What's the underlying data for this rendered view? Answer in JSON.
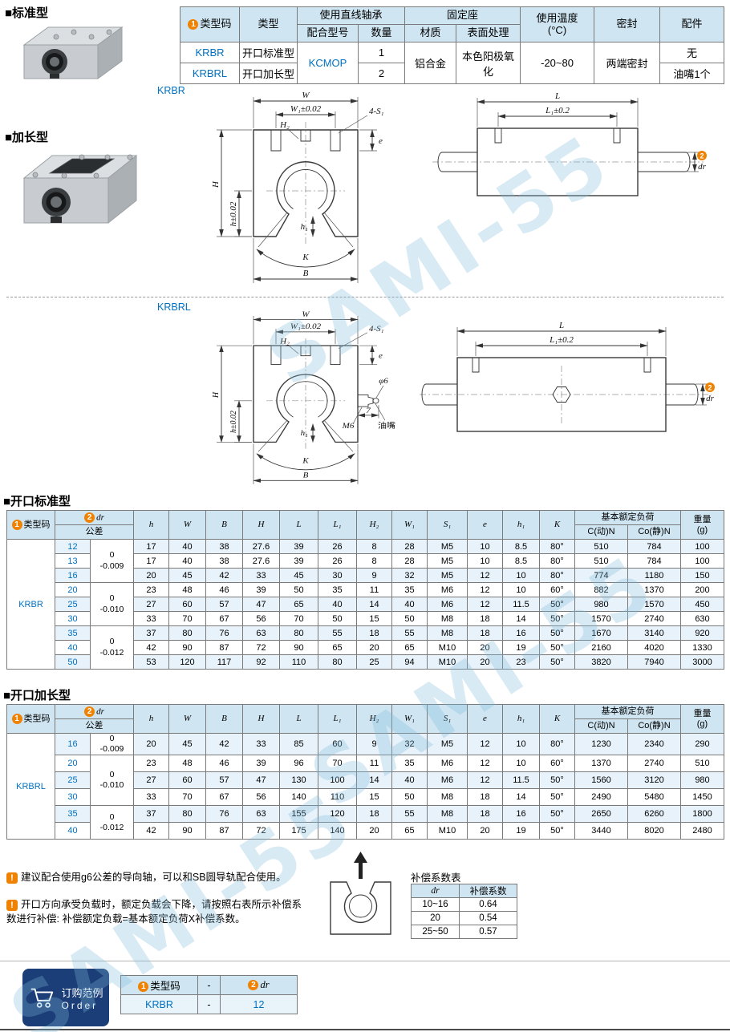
{
  "page": {
    "watermark": "SAMI-55",
    "sections": {
      "standard": "■标准型",
      "extended": "■加长型",
      "open_standard": "■开口标准型",
      "open_extended": "■开口加长型"
    }
  },
  "colors": {
    "accent_blue": "#0070c0",
    "header_fill": "#cfe5f2",
    "stripe_fill": "#e7f2fa",
    "badge_orange": "#ef8200",
    "order_box_navy": "#1c3e78",
    "watermark_blue": "#7db9d9"
  },
  "badges": {
    "one": "1",
    "two": "2"
  },
  "spec_table": {
    "h_type_code": "类型码",
    "h_type": "类型",
    "h_bearing": "使用直线轴承",
    "h_fit_model": "配合型号",
    "h_qty": "数量",
    "h_holder": "固定座",
    "h_material": "材质",
    "h_surface": "表面处理",
    "h_temp_l1": "使用温度",
    "h_temp_l2": "(°C)",
    "h_seal": "密封",
    "h_accessory": "配件",
    "row1": {
      "code": "KRBR",
      "type": "开口标准型",
      "qty": "1",
      "accessory": "无"
    },
    "row2": {
      "code": "KRBRL",
      "type": "开口加长型",
      "qty": "2",
      "accessory": "油嘴1个"
    },
    "merged": {
      "fit_model": "KCMOP",
      "material": "铝合金",
      "surface": "本色阳极氧化",
      "temp": "-20~80",
      "seal": "两端密封"
    }
  },
  "drawings": {
    "krbr_label": "KRBR",
    "krbrl_label": "KRBRL",
    "dim_W": "W",
    "dim_W1": "W₁±0.02",
    "dim_4S1": "4-S₁",
    "dim_H2": "H₂",
    "dim_e": "e",
    "dim_h": "h±0.02",
    "dim_H": "H",
    "dim_h1": "h₁",
    "dim_K": "K",
    "dim_B": "B",
    "dim_L": "L",
    "dim_L1": "L₁±0.2",
    "dim_dr": "dr",
    "dim_phi6": "φ6",
    "dim_7": "7",
    "dim_M6": "M6",
    "grease_label": "油嘴"
  },
  "dim_headers": {
    "type_code": "类型码",
    "dr": "dr",
    "tol": "公差",
    "c1": "h",
    "c2": "W",
    "c3": "B",
    "c4": "H",
    "c5": "L",
    "c6": "L₁",
    "c7": "H₂",
    "c8": "W₁",
    "c9": "S₁",
    "c10": "e",
    "c11": "h₁",
    "c12": "K",
    "load": "基本额定负荷",
    "load_c": "C(动)N",
    "load_co": "Co(静)N",
    "weight_l1": "重量",
    "weight_l2": "(g)"
  },
  "krbr_table": {
    "code": "KRBR",
    "tolerances": [
      {
        "span": 3,
        "text": "0\n-0.009"
      },
      {
        "span": 3,
        "text": "0\n-0.010"
      },
      {
        "span": 3,
        "text": "0\n-0.012"
      }
    ],
    "rows": [
      {
        "dr": "12",
        "values": [
          "17",
          "40",
          "38",
          "27.6",
          "39",
          "26",
          "8",
          "28",
          "M5",
          "10",
          "8.5",
          "80°",
          "510",
          "784",
          "100"
        ]
      },
      {
        "dr": "13",
        "values": [
          "17",
          "40",
          "38",
          "27.6",
          "39",
          "26",
          "8",
          "28",
          "M5",
          "10",
          "8.5",
          "80°",
          "510",
          "784",
          "100"
        ]
      },
      {
        "dr": "16",
        "values": [
          "20",
          "45",
          "42",
          "33",
          "45",
          "30",
          "9",
          "32",
          "M5",
          "12",
          "10",
          "80°",
          "774",
          "1180",
          "150"
        ]
      },
      {
        "dr": "20",
        "values": [
          "23",
          "48",
          "46",
          "39",
          "50",
          "35",
          "11",
          "35",
          "M6",
          "12",
          "10",
          "60°",
          "882",
          "1370",
          "200"
        ]
      },
      {
        "dr": "25",
        "values": [
          "27",
          "60",
          "57",
          "47",
          "65",
          "40",
          "14",
          "40",
          "M6",
          "12",
          "11.5",
          "50°",
          "980",
          "1570",
          "450"
        ]
      },
      {
        "dr": "30",
        "values": [
          "33",
          "70",
          "67",
          "56",
          "70",
          "50",
          "15",
          "50",
          "M8",
          "18",
          "14",
          "50°",
          "1570",
          "2740",
          "630"
        ]
      },
      {
        "dr": "35",
        "values": [
          "37",
          "80",
          "76",
          "63",
          "80",
          "55",
          "18",
          "55",
          "M8",
          "18",
          "16",
          "50°",
          "1670",
          "3140",
          "920"
        ]
      },
      {
        "dr": "40",
        "values": [
          "42",
          "90",
          "87",
          "72",
          "90",
          "65",
          "20",
          "65",
          "M10",
          "20",
          "19",
          "50°",
          "2160",
          "4020",
          "1330"
        ]
      },
      {
        "dr": "50",
        "values": [
          "53",
          "120",
          "117",
          "92",
          "110",
          "80",
          "25",
          "94",
          "M10",
          "20",
          "23",
          "50°",
          "3820",
          "7940",
          "3000"
        ]
      }
    ]
  },
  "krbrl_table": {
    "code": "KRBRL",
    "tolerances": [
      {
        "span": 1,
        "text": "0\n-0.009"
      },
      {
        "span": 3,
        "text": "0\n-0.010"
      },
      {
        "span": 2,
        "text": "0\n-0.012"
      }
    ],
    "rows": [
      {
        "dr": "16",
        "values": [
          "20",
          "45",
          "42",
          "33",
          "85",
          "60",
          "9",
          "32",
          "M5",
          "12",
          "10",
          "80°",
          "1230",
          "2340",
          "290"
        ]
      },
      {
        "dr": "20",
        "values": [
          "23",
          "48",
          "46",
          "39",
          "96",
          "70",
          "11",
          "35",
          "M6",
          "12",
          "10",
          "60°",
          "1370",
          "2740",
          "510"
        ]
      },
      {
        "dr": "25",
        "values": [
          "27",
          "60",
          "57",
          "47",
          "130",
          "100",
          "14",
          "40",
          "M6",
          "12",
          "11.5",
          "50°",
          "1560",
          "3120",
          "980"
        ]
      },
      {
        "dr": "30",
        "values": [
          "33",
          "70",
          "67",
          "56",
          "140",
          "110",
          "15",
          "50",
          "M8",
          "18",
          "14",
          "50°",
          "2490",
          "5480",
          "1450"
        ]
      },
      {
        "dr": "35",
        "values": [
          "37",
          "80",
          "76",
          "63",
          "155",
          "120",
          "18",
          "55",
          "M8",
          "18",
          "16",
          "50°",
          "2650",
          "6260",
          "1800"
        ]
      },
      {
        "dr": "40",
        "values": [
          "42",
          "90",
          "87",
          "72",
          "175",
          "140",
          "20",
          "65",
          "M10",
          "20",
          "19",
          "50°",
          "3440",
          "8020",
          "2480"
        ]
      }
    ]
  },
  "notes": {
    "icon": "!",
    "note1": "建议配合使用g6公差的导向轴，可以和SB圆导轨配合使用。",
    "note2": "开口方向承受负载时，额定负载会下降，请按照右表所示补偿系数进行补偿: 补偿额定负载=基本额定负荷X补偿系数。"
  },
  "compensation_table": {
    "title": "补偿系数表",
    "h_dr": "dr",
    "h_coef": "补偿系数",
    "rows": [
      {
        "dr": "10~16",
        "coef": "0.64"
      },
      {
        "dr": "20",
        "coef": "0.54"
      },
      {
        "dr": "25~50",
        "coef": "0.57"
      }
    ]
  },
  "order": {
    "label_cn": "订购范例",
    "label_en": "Order",
    "h_type_code": "类型码",
    "h_dash": "-",
    "h_dr": "dr",
    "code": "KRBR",
    "dash": "-",
    "dr": "12"
  }
}
